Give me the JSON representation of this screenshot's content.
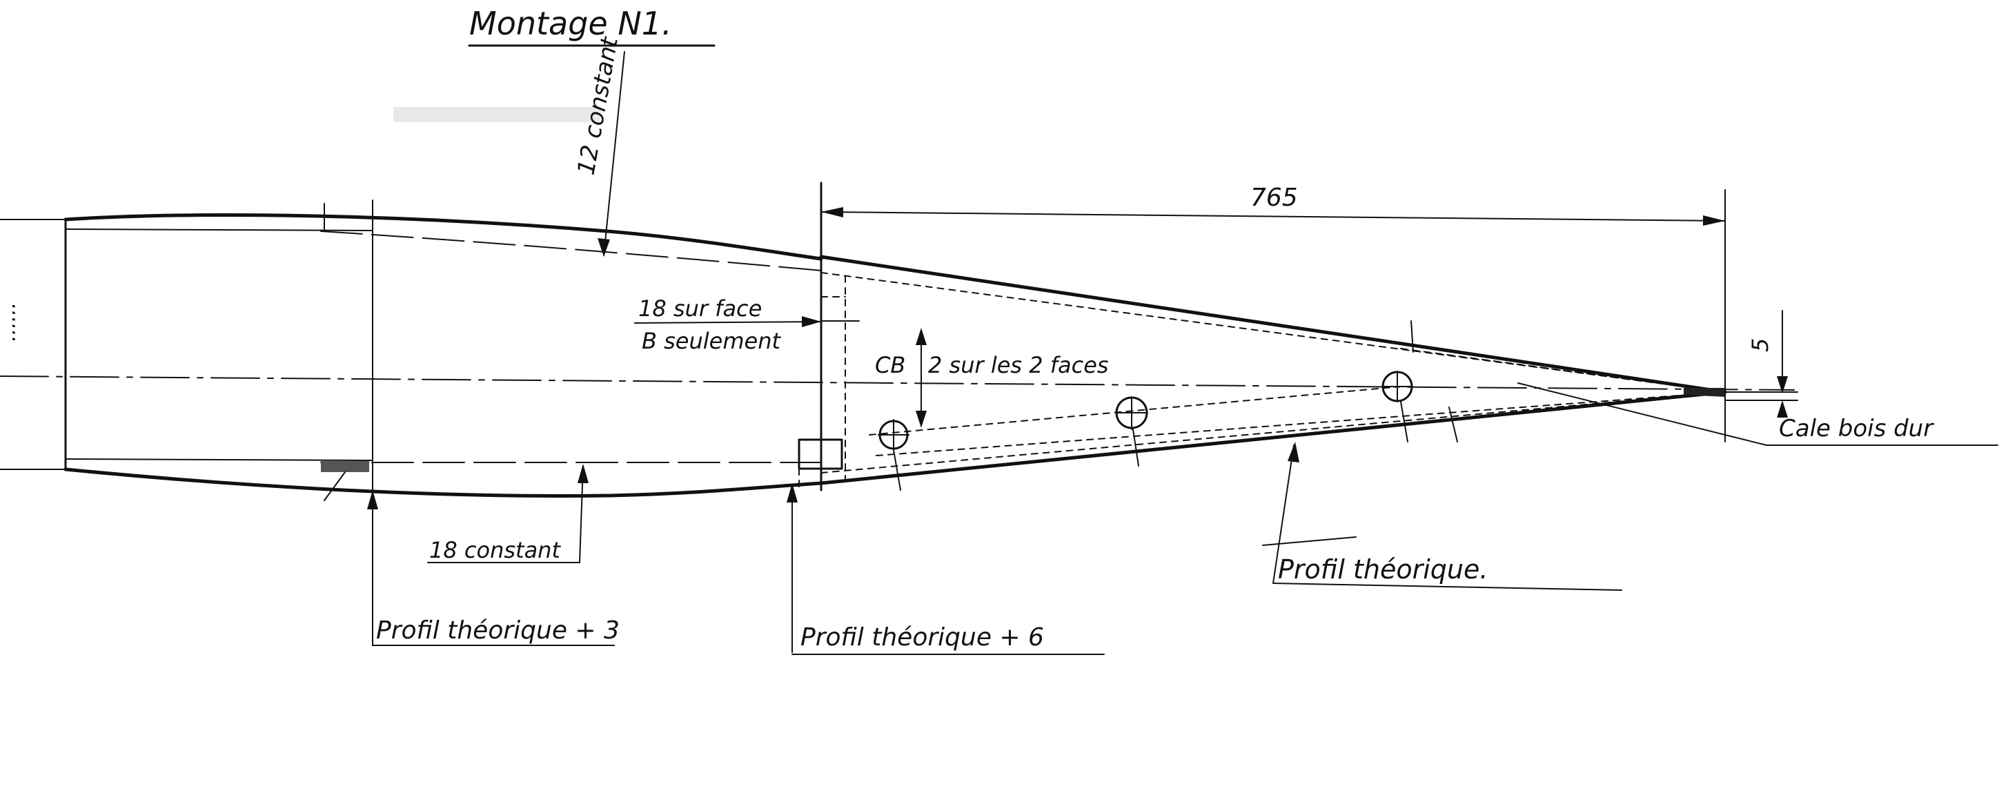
{
  "title": "Montage  N1.",
  "labels": {
    "thickness_top": "12 constant",
    "dimension_length": "765",
    "face_note_line1": "18 sur face",
    "face_note_line2": "B seulement",
    "cb_note": "CB",
    "faces_note": "2 sur les 2 faces",
    "dimension_small": "5",
    "shim": "Cale bois dur",
    "thickness_bottom": "18 constant",
    "profile_theoretical": "Profil théorique.",
    "profile_plus3": "Profil théorique + 3",
    "profile_plus6": "Profil théorique + 6",
    "left_edge_fragment": "......"
  }
}
